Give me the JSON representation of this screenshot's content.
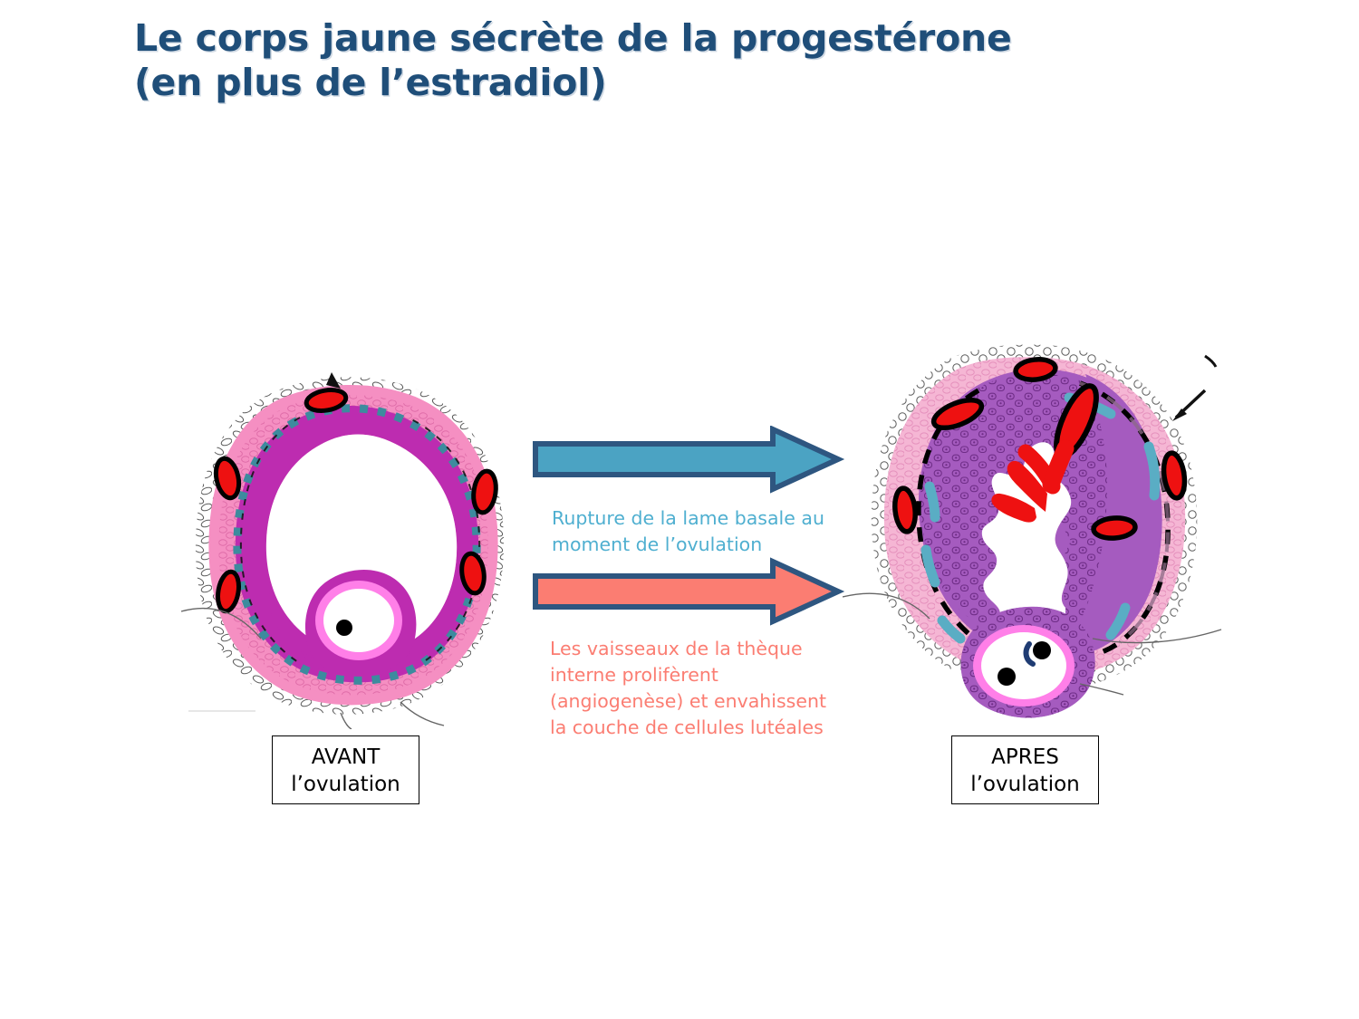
{
  "slide": {
    "title": "Le corps jaune sécrète de la progestérone\n(en plus de l’estradiol)",
    "title_color": "#1F4E79",
    "background_color": "#FFFFFF"
  },
  "captions": {
    "blue": {
      "text": "Rupture de la lame basale au\nmoment de l’ovulation",
      "color": "#4FAFD0"
    },
    "red": {
      "text": "Les vaisseaux de la thèque\ninterne prolifèrent\n(angiogenèse) et envahissent\nla couche de cellules lutéales",
      "color": "#FB7D72"
    }
  },
  "arrows": {
    "top": {
      "name": "blue-arrow",
      "fill": "#4BA3C3",
      "stroke": "#2E5680",
      "direction": "right"
    },
    "bottom": {
      "name": "salmon-arrow",
      "fill": "#FB7D72",
      "stroke": "#2E5680",
      "direction": "right"
    }
  },
  "labels": {
    "left_box": "AVANT\nl’ovulation",
    "right_box": "APRES\nl’ovulation"
  },
  "figures": {
    "left": {
      "name": "mature-follicle-before-ovulation",
      "layers": [
        {
          "name": "theca-externa",
          "color": "#FFFFFF",
          "outline": "#555555"
        },
        {
          "name": "theca-interna",
          "color": "#F58FC2",
          "outline": "#E06AA6"
        },
        {
          "name": "basal-lamina-dotted",
          "color": "#3D8B9E",
          "style": "dotted-intact"
        },
        {
          "name": "granulosa-layer",
          "color": "#BD2CB0"
        },
        {
          "name": "antrum",
          "color": "#FFFFFF"
        },
        {
          "name": "cumulus-oophorus",
          "color": "#BD2CB0"
        },
        {
          "name": "zona-pellucida",
          "color": "#FF7FE8"
        },
        {
          "name": "oocyte-cytoplasm",
          "color": "#FFFFFF"
        },
        {
          "name": "oocyte-nucleus",
          "color": "#000000"
        }
      ],
      "blood_vessel_count": 5,
      "blood_vessel_color": "#EE1111",
      "blood_vessel_outline": "#000000"
    },
    "right": {
      "name": "corpus-luteum-after-ovulation",
      "layers": [
        {
          "name": "theca-externa",
          "color": "#FFFFFF",
          "outline": "#555555"
        },
        {
          "name": "theca-interna",
          "color": "#F5B6D4"
        },
        {
          "name": "luteal-cell-layer",
          "color": "#A55BBF"
        },
        {
          "name": "basal-lamina-fragments",
          "color": "#5AADC4",
          "style": "broken"
        },
        {
          "name": "basal-lamina-dashed-black",
          "color": "#000000",
          "style": "dashed"
        },
        {
          "name": "collapsed-cavity",
          "color": "#FFFFFF"
        },
        {
          "name": "released-oocyte",
          "color": "#A55BBF"
        },
        {
          "name": "zona-pellucida",
          "color": "#FF7FE8"
        },
        {
          "name": "oocyte-nucleus",
          "color": "#000000"
        },
        {
          "name": "polar-body",
          "color": "#000000"
        }
      ],
      "blood_vessel_count": 6,
      "invading_vessel": true,
      "blood_vessel_color": "#EE1111",
      "blood_vessel_outline": "#000000",
      "pointer_arrow_color": "#000000"
    }
  }
}
